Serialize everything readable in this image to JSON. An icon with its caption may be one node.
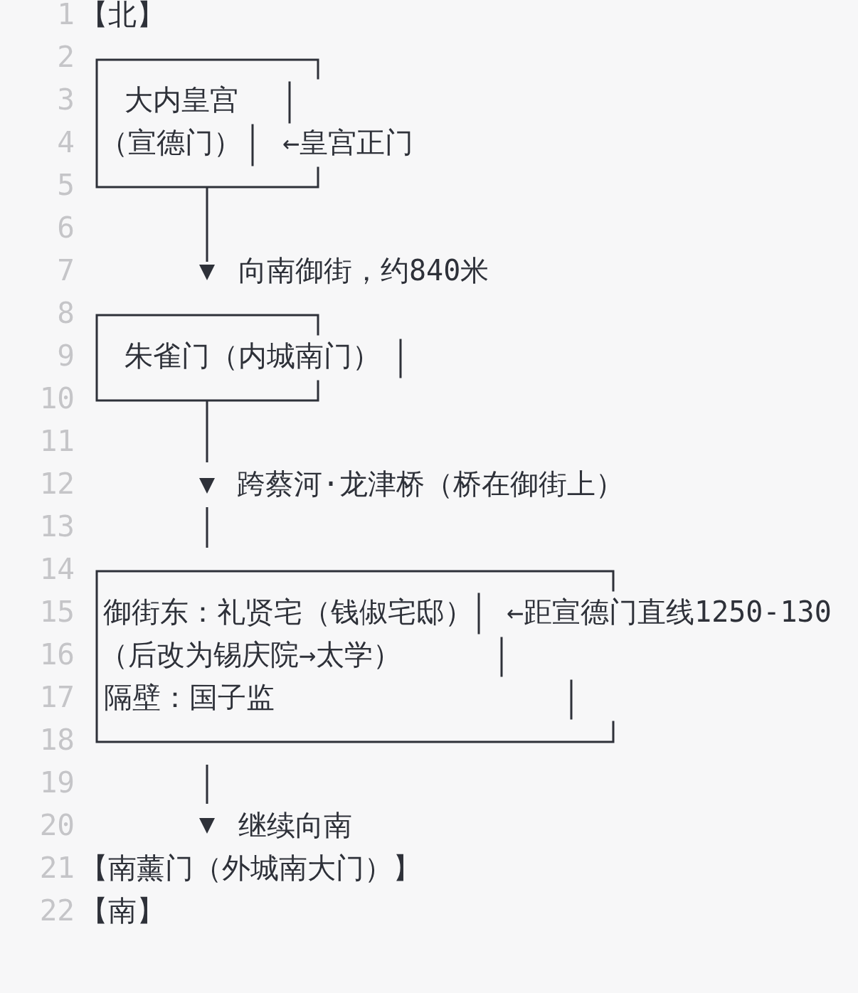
{
  "diagram": {
    "nodes": [
      {
        "text": [
          "大内皇宫",
          "（宣德门）"
        ],
        "beside": [
          "←皇宫正门"
        ]
      },
      {
        "text": [
          "朱雀门（内城南门）"
        ]
      },
      {
        "text": [
          "御街东：礼贤宅（钱俶宅邸）",
          "（后改为锡庆院→太学）",
          "隔壁：国子监"
        ],
        "beside": [
          "←距宣德门直线1250-130"
        ]
      },
      {
        "text": [
          "【南薰门（外城南大门）】"
        ]
      }
    ],
    "edges": [
      {
        "from": 0,
        "to": 1,
        "arrow": "to",
        "label": "向南御街，约840米"
      },
      {
        "from": 1,
        "to": 2,
        "arrow": "to",
        "label": "跨蔡河·龙津桥（桥在御街上）"
      },
      {
        "from": 2,
        "to": 3,
        "arrow": "to",
        "label": "继续向南"
      }
    ],
    "labels": [
      "1",
      "【北】",
      "2",
      "3",
      "4",
      "5",
      "6",
      "7",
      "8",
      "9",
      "10",
      "11",
      "12",
      "13",
      "14",
      "15",
      "16",
      "17",
      "18",
      "19",
      "20",
      "21",
      "22",
      "【南】"
    ]
  }
}
